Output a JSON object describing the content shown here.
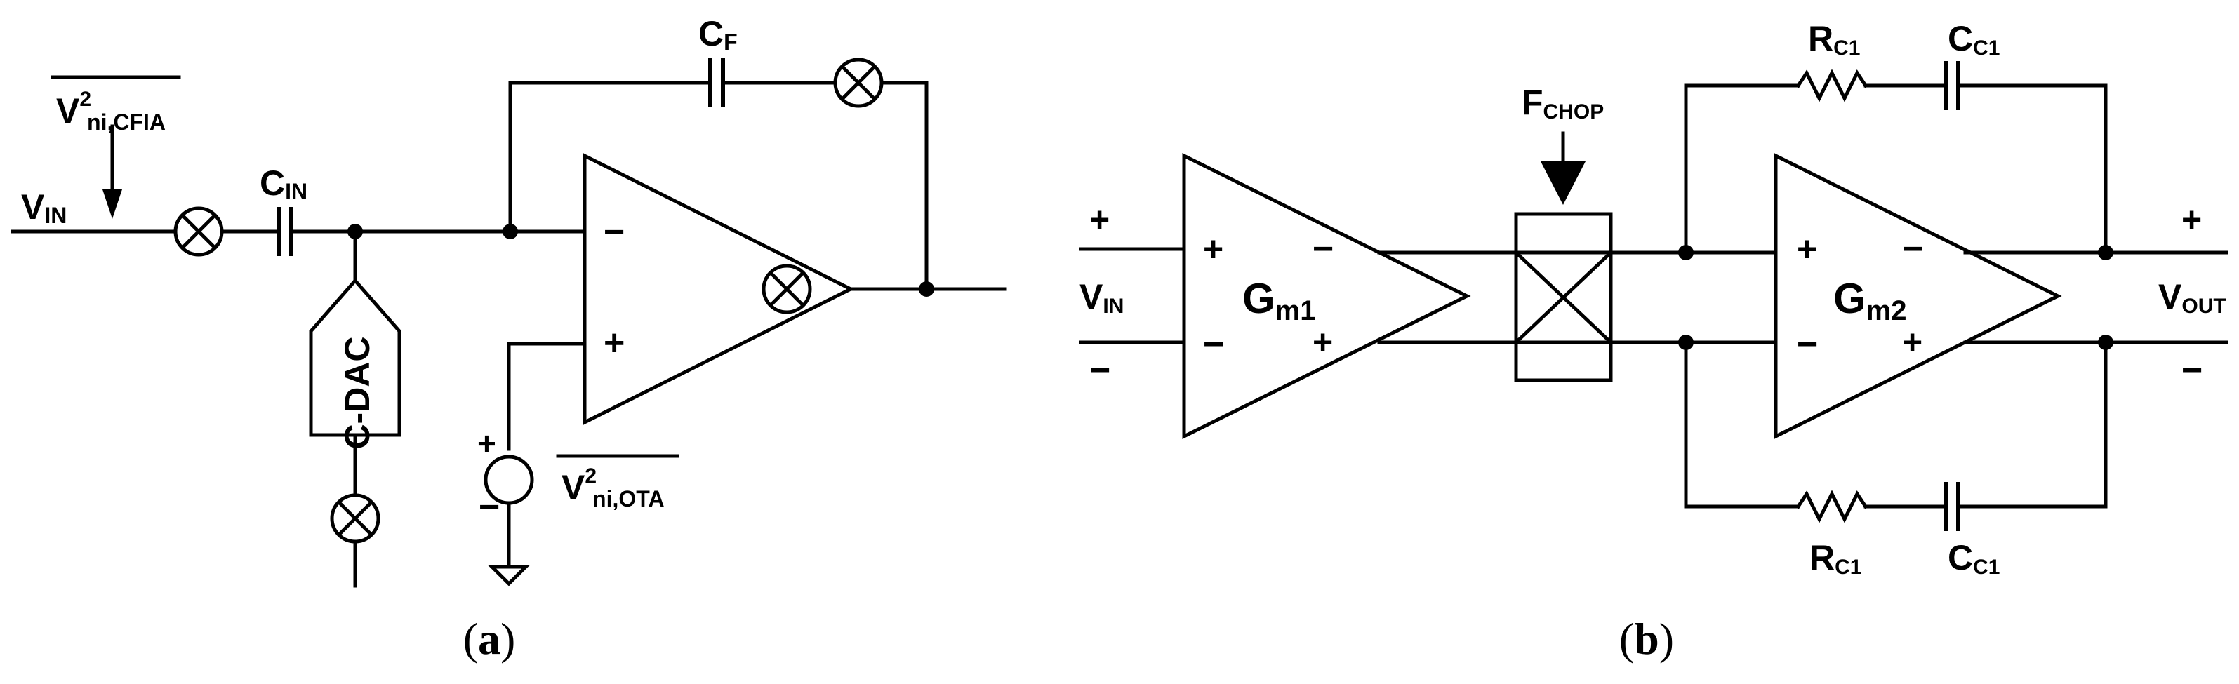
{
  "panel_a": {
    "caption_paren_open": "(",
    "caption_letter": "a",
    "caption_paren_close": ")",
    "vin": {
      "main": "V",
      "sub": "IN"
    },
    "noise_cfia": {
      "main": "V",
      "sup": "2",
      "sub": "ni,CFIA"
    },
    "cin": {
      "main": "C",
      "sub": "IN"
    },
    "cf": {
      "main": "C",
      "sub": "F"
    },
    "cdac": "C-DAC",
    "ota_minus": "−",
    "ota_plus": "+",
    "source_plus": "+",
    "source_minus": "−",
    "noise_ota": {
      "main": "V",
      "sup": "2",
      "sub": "ni,OTA"
    }
  },
  "panel_b": {
    "caption_paren_open": "(",
    "caption_letter": "b",
    "caption_paren_close": ")",
    "vin": {
      "main": "V",
      "sub": "IN"
    },
    "in_plus": "+",
    "in_minus": "−",
    "gm1": {
      "main": "G",
      "sub": "m1"
    },
    "gm1_in_plus": "+",
    "gm1_in_minus": "−",
    "gm1_out_minus": "−",
    "gm1_out_plus": "+",
    "fchop": {
      "main": "F",
      "sub": "CHOP"
    },
    "gm2": {
      "main": "G",
      "sub": "m2"
    },
    "gm2_in_plus": "+",
    "gm2_in_minus": "−",
    "gm2_out_minus": "−",
    "gm2_out_plus": "+",
    "rc1_top": {
      "main": "R",
      "sub": "C1"
    },
    "cc1_top": {
      "main": "C",
      "sub": "C1"
    },
    "rc1_bottom": {
      "main": "R",
      "sub": "C1"
    },
    "cc1_bottom": {
      "main": "C",
      "sub": "C1"
    },
    "vout": {
      "main": "V",
      "sub": "OUT"
    },
    "out_plus": "+",
    "out_minus": "−"
  }
}
